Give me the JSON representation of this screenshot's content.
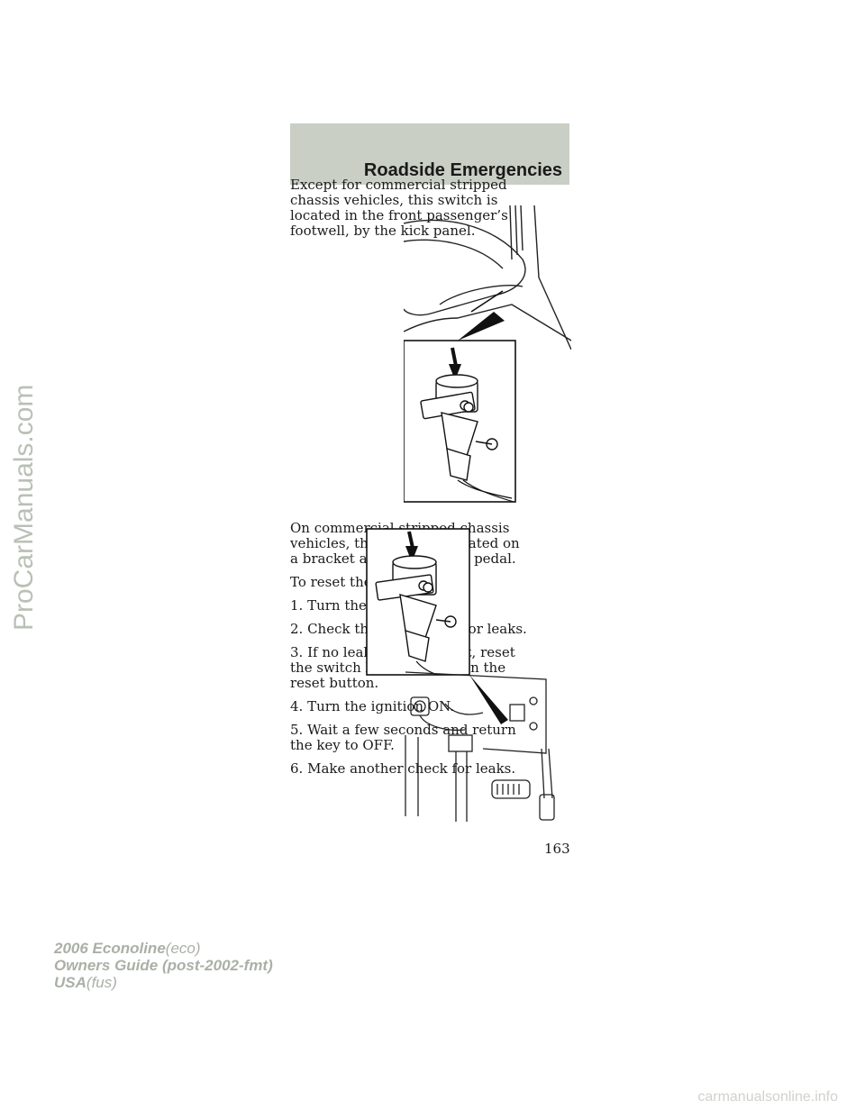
{
  "header": {
    "section_title": "Roadside Emergencies"
  },
  "watermark": "ProCarManuals.com",
  "block1": {
    "paragraphs": [
      "Except for commercial stripped chassis vehicles, this switch is located in the front passenger’s footwell, by the kick panel."
    ]
  },
  "block2": {
    "paragraphs": [
      "On commercial stripped chassis vehicles, this switch is located on a bracket above the brake pedal.",
      "To reset the switch:",
      "1. Turn the ignition OFF.",
      "2. Check the fuel system for leaks.",
      "3. If no leaks are apparent, reset the switch by pushing in on the reset button.",
      "4. Turn the ignition ON.",
      "5. Wait a few seconds and return the key to OFF.",
      "6. Make another check for leaks."
    ]
  },
  "page_number": "163",
  "footer": {
    "model": "2006 Econoline",
    "model_code": "(eco)",
    "guide": "Owners Guide (post-2002-fmt)",
    "market": "USA",
    "market_code": "(fus)"
  },
  "footer_site": "carmanualsonline.info"
}
